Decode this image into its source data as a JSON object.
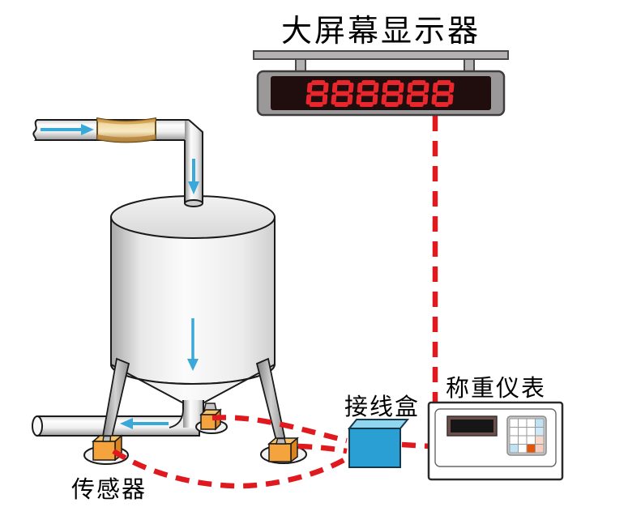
{
  "title": "大屏幕显示器",
  "display": {
    "value": "888888",
    "digit_color": "#e8262b",
    "screen_color": "#200d0e",
    "panel_color": "#9b9899",
    "mount_color": "#b3b1b1"
  },
  "junction_box": {
    "label": "接线盒",
    "top_color": "#8fd6ee",
    "front_color": "#2a9fd4"
  },
  "indicator": {
    "label": "称重仪表",
    "display_frame_color": "#6e4f49",
    "display_screen_color": "#161616",
    "keypad_colors": [
      "#ffffff",
      "#ffffff",
      "#ffffff",
      "#bfe2f4",
      "#ffffff",
      "#ffffff",
      "#ffffff",
      "#cfe9f6",
      "#ffffff",
      "#ffffff",
      "#ffffff",
      "#f7d9c9",
      "#bfe2f4",
      "#ffffff",
      "#e2560c",
      "#f7cdbd"
    ]
  },
  "sensor": {
    "label": "传感器",
    "front_color": "#f5a33c",
    "top_color": "#f8c267",
    "side_color": "#d9841f"
  },
  "cable_color": "#e0191f",
  "arrow_color": "#3ba8da",
  "coupling_color": "#edc87e"
}
